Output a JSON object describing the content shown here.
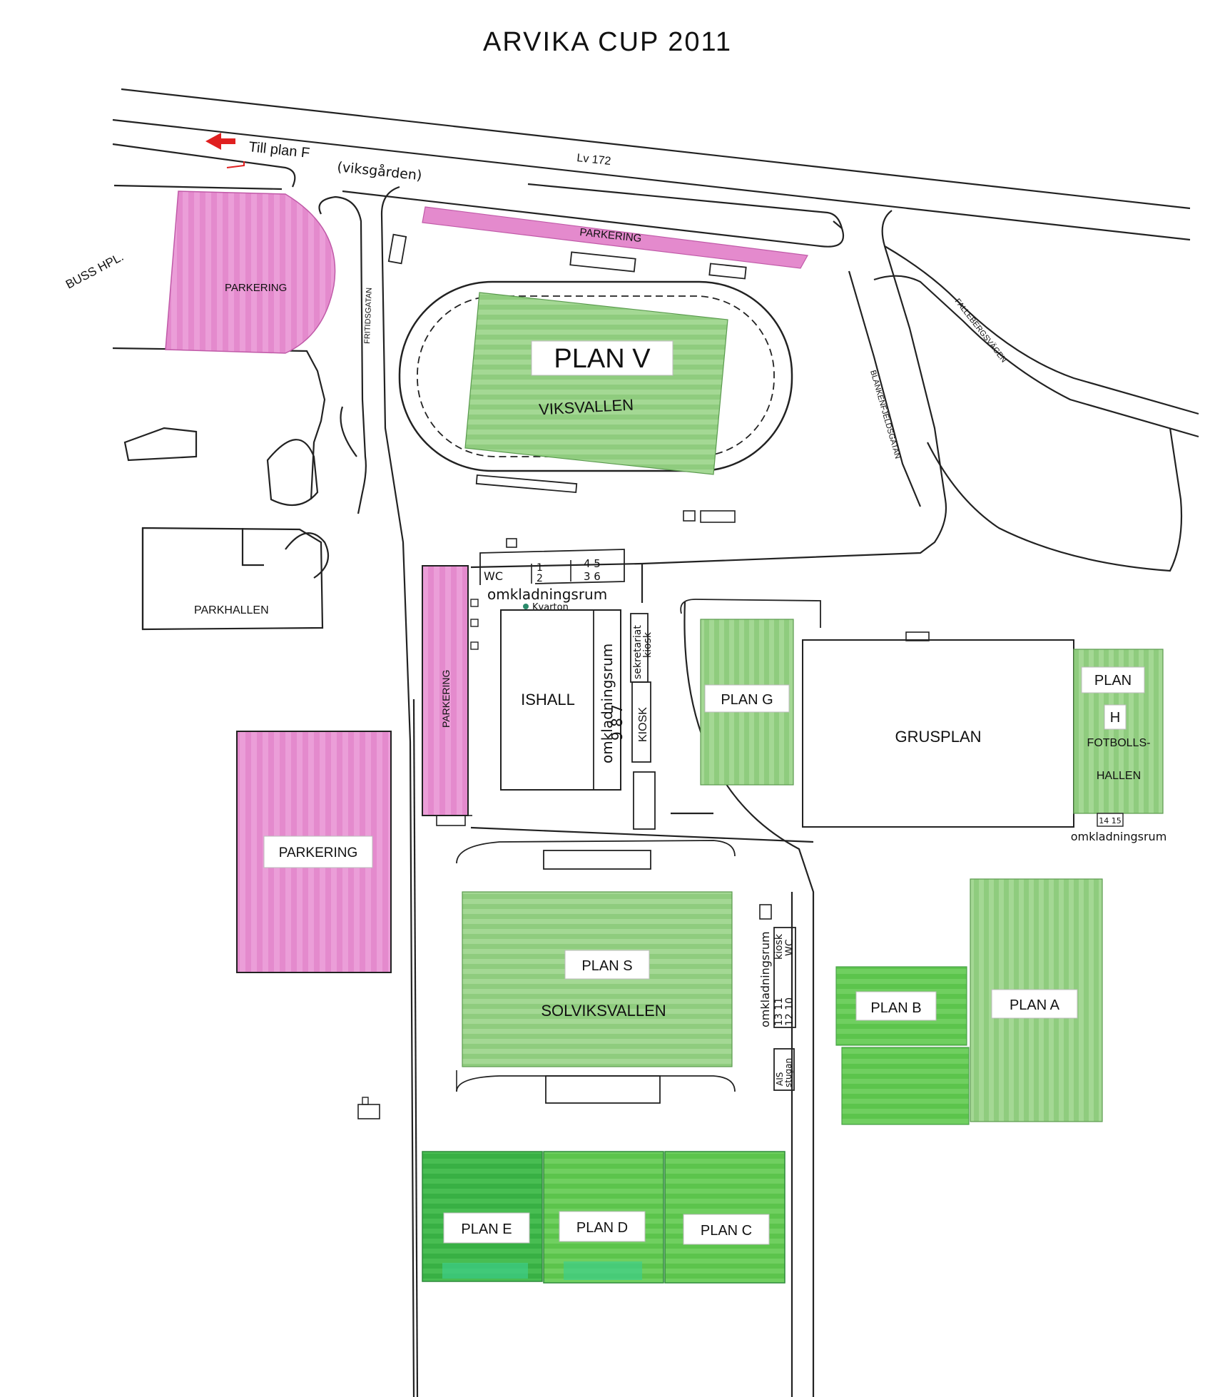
{
  "title": "ARVIKA CUP 2011",
  "colors": {
    "parking": "#e58ccf",
    "field_light": "#9dd28e",
    "field_mid": "#6ccb5c",
    "field_dark": "#3fb84a",
    "arrow": "#e02020",
    "ink": "#111111",
    "pencil": "#6a7fb5"
  },
  "labels": {
    "till_plan_f": "Till plan F",
    "viksgarden": "(viksgården)",
    "road_lv172": "Lv 172",
    "buss_hpl": "BUSS HPL.",
    "fritidsgatan": "FRITIDSGATAN",
    "fallebergsvagen": "FALLEBERGSVÄGEN",
    "blankenfjeldsgatan": "BLANKENFJELDSGATAN",
    "parking_top": "PARKERING",
    "parking_left": "PARKERING",
    "parking_center": "PARKERING",
    "parking_big": "PARKERING",
    "parkhallen": "PARKHALLEN",
    "plan_v": "PLAN V",
    "viksvallen": "VIKSVALLEN",
    "wc_top": "WC",
    "rooms_top_a": "1",
    "rooms_top_b": "2",
    "rooms_top_c": "4 5",
    "rooms_top_d": "3 6",
    "omkladningsrum_top": "omkladningsrum",
    "kvarfton": "Kvarton",
    "ishall": "ISHALL",
    "omkladningsrum_ishall": "omkladningsrum",
    "rooms_ishall": "9  8  7",
    "sekretariat": "sekretariat",
    "kiosk_small": "kiosk",
    "kiosk": "KIOSK",
    "plan_g": "PLAN G",
    "grusplan": "GRUSPLAN",
    "plan_h": "PLAN",
    "plan_h_letter": "H",
    "fotbollshallen_1": "FOTBOLLS-",
    "fotbollshallen_2": "HALLEN",
    "rooms_h": "14 15",
    "omkladningsrum_h": "omkladningsrum",
    "plan_s": "PLAN S",
    "solviksvallen": "SOLVIKSVALLEN",
    "omkladningsrum_s": "omkladningsrum",
    "rooms_s_a": "13  11",
    "rooms_s_b": "12  10",
    "kiosk_s": "kiosk",
    "wc_s": "WC",
    "ais_stugan_1": "AIS",
    "ais_stugan_2": "stugan",
    "plan_b": "PLAN B",
    "plan_a": "PLAN A",
    "plan_e": "PLAN E",
    "plan_d": "PLAN D",
    "plan_c": "PLAN C"
  }
}
